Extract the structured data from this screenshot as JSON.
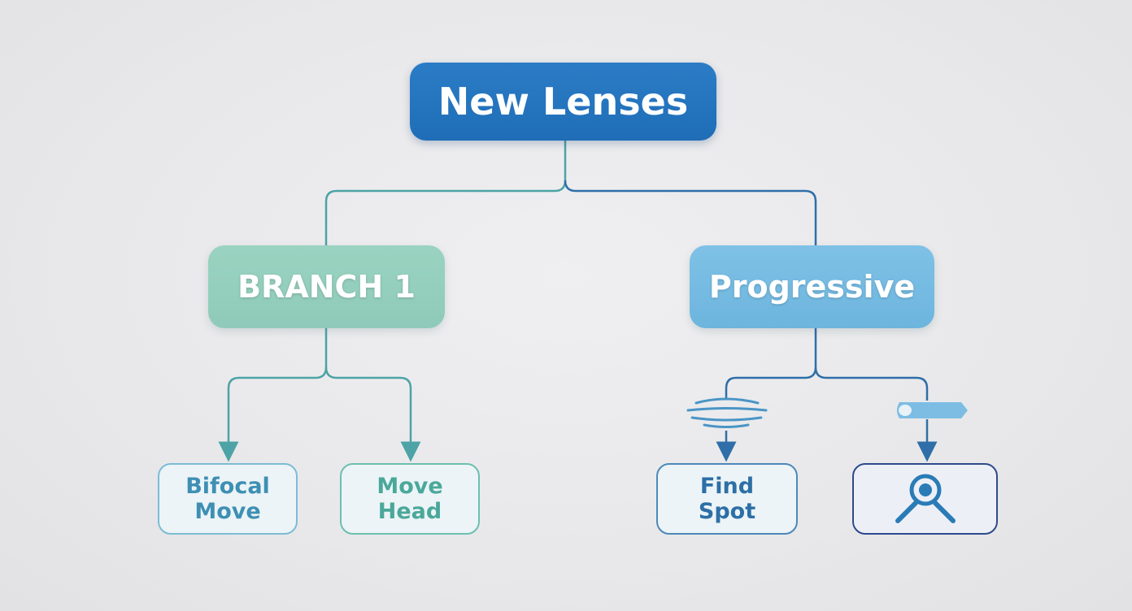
{
  "root": {
    "label": "New Lenses"
  },
  "branches": [
    {
      "label": "BRANCH 1",
      "color": "#92ccbb"
    },
    {
      "label": "Progressive",
      "color": "#74b9e0"
    }
  ],
  "leaves": {
    "bifocal": {
      "line1": "Bifocal",
      "line2": "Move"
    },
    "move_head": {
      "line1": "Move",
      "line2": "Head"
    },
    "find_spot": {
      "line1": "Find",
      "line2": "Spot"
    },
    "search": {
      "icon": "magnifier-icon"
    }
  },
  "decorations": [
    "wave-lines-icon",
    "slider-pill-icon"
  ],
  "colors": {
    "root": "#2474bd",
    "connector_teal": "#4da3a6",
    "connector_blue": "#2f6ea8",
    "background": "#e9e9eb"
  }
}
